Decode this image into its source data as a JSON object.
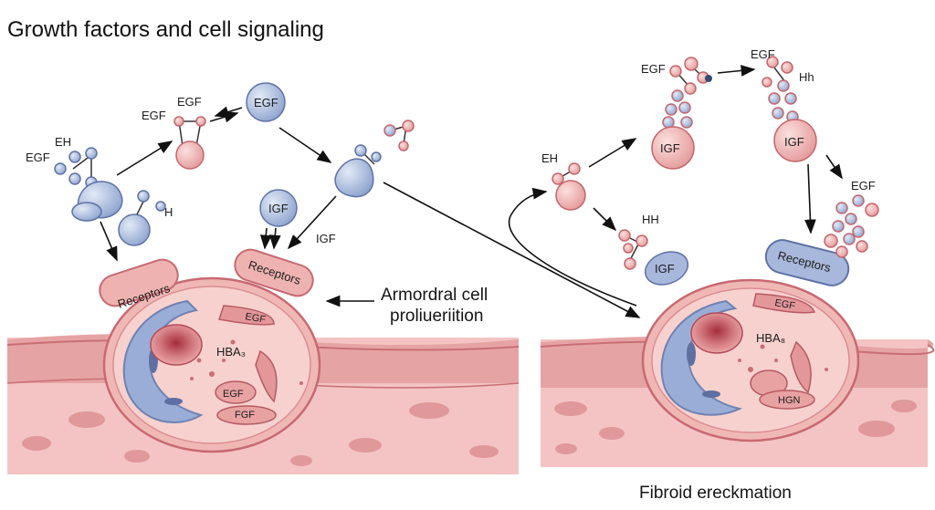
{
  "title": "Growth factors and cell signaling",
  "caption_middle": [
    "Armordral cell",
    "proliueriition"
  ],
  "caption_bottom": "Fibroid ereckmation",
  "left": {
    "labels": {
      "eh": "EH",
      "egf_a": "EGF",
      "egf_b": "EGF",
      "egf_c": "EGF",
      "egf_node": "EGF",
      "h": "H",
      "igf_node": "IGF",
      "igf_side": "IGF",
      "receptors_1": "Receptors",
      "receptors_2": "Receptors",
      "cell_egf_top": "EGF",
      "cell_hba": "HBA₃",
      "cell_egf_bottom": "EGF",
      "cell_fgf": "FGF"
    }
  },
  "right": {
    "labels": {
      "egf_top_a": "EGF",
      "egf_top_b": "EGF",
      "hh_top": "Hh",
      "eh": "EH",
      "hh": "HH",
      "igf_1": "IGF",
      "igf_2": "IGF",
      "igf_3": "IGF",
      "egf_side": "EGF",
      "receptors": "Receptors",
      "cell_egf": "EGF",
      "cell_hba": "HBA₈",
      "cell_hgn": "HGN"
    }
  },
  "colors": {
    "tissue": "#e9a9ab",
    "tissue_dark": "#c96b72",
    "membrane": "#f2c8c6",
    "nucleus": "#c45c67",
    "er_blue": "#8aa3cc",
    "molecule_blue": "#9fb3d8",
    "molecule_pink": "#e9a5a5",
    "receptor": "#eeb3b0"
  }
}
